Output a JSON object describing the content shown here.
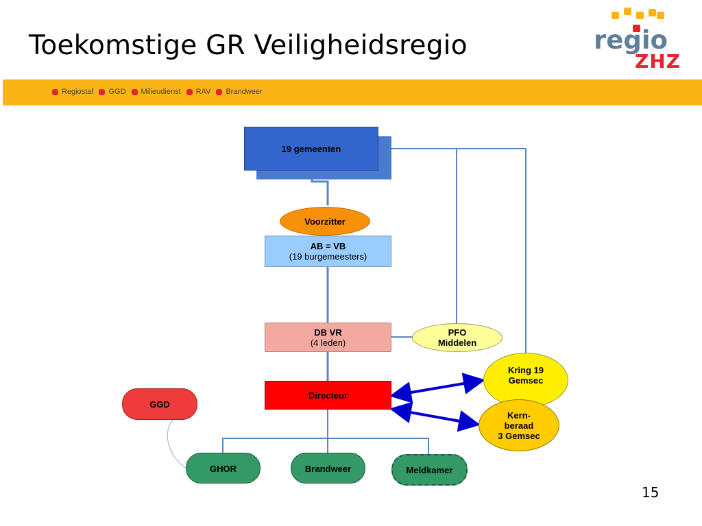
{
  "slide": {
    "title": "Toekomstige GR Veiligheidsregio",
    "page_number": "15"
  },
  "logo": {
    "word_top": "regio",
    "word_bottom": "ZHZ"
  },
  "band": {
    "items": [
      "Regiostaf",
      "GGD",
      "Milieudienst",
      "RAV",
      "Brandweer"
    ]
  },
  "diagram": {
    "gemeenten": "19 gemeenten",
    "voorzitter": "Voorzitter",
    "ab_vb": {
      "line1": "AB = VB",
      "line2": "(19 burgemeesters)"
    },
    "db_vr": {
      "line1": "DB VR",
      "line2": "(4 leden)"
    },
    "pfo": {
      "line1": "PFO",
      "line2": "Middelen"
    },
    "kring": {
      "line1": "Kring  19",
      "line2": "Gemsec"
    },
    "kernberaad": {
      "line1": "Kern-",
      "line2": "beraad",
      "line3": "3 Gemsec"
    },
    "directeur": "Directeur",
    "ggd": "GGD",
    "ghor": "GHOR",
    "brandweer": "Brandweer",
    "meldkamer": "Meldkamer"
  },
  "colors": {
    "band": "#fbb416",
    "bullet": "#e2262d",
    "gemeenten": "#3366cc",
    "voorzitter": "#f79009",
    "ab_vb": "#99ccff",
    "db_vr": "#f4a9a0",
    "pfo": "#ffff99",
    "kring": "#ffee00",
    "kernberaad": "#ffcc00",
    "directeur": "#ff0000",
    "ggd": "#ee3b3b",
    "green_nodes": "#339966",
    "connector": "#5b86c4",
    "arrow": "#0000cc"
  }
}
